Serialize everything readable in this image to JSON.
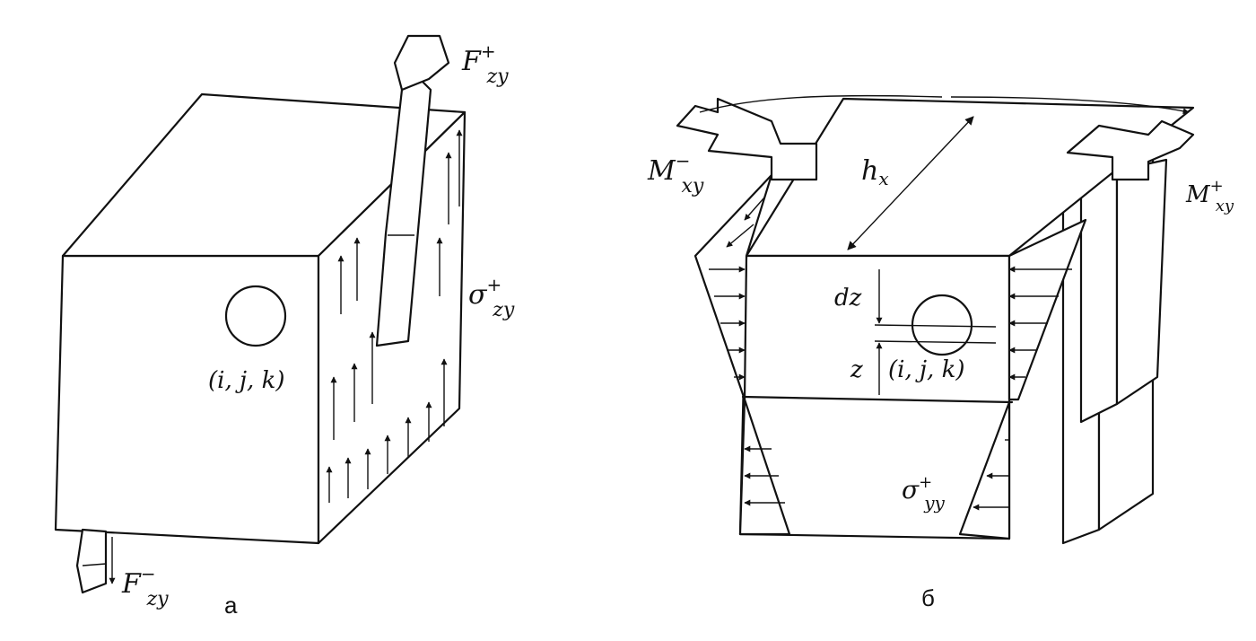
{
  "figure_a": {
    "label_force_top": "F",
    "label_force_top_sup": "+",
    "label_force_top_sub": "zy",
    "label_stress": "σ",
    "label_stress_sup": "+",
    "label_stress_sub": "zy",
    "label_node": "(i, j, k)",
    "label_force_bottom": "F",
    "label_force_bottom_sup": "−",
    "label_force_bottom_sub": "zy",
    "caption": "а"
  },
  "figure_b": {
    "label_moment_left": "M",
    "label_moment_left_sup": "−",
    "label_moment_left_sub": "xy",
    "label_moment_right": "M",
    "label_moment_right_sup": "+",
    "label_moment_right_sub": "xy",
    "label_h": "h",
    "label_h_sub": "x",
    "label_dz": "dz",
    "label_z": "z",
    "label_node": "(i, j, k)",
    "label_stress": "σ",
    "label_stress_sup": "+",
    "label_stress_sub": "yy",
    "caption": "б"
  },
  "colors": {
    "ink": "#111111",
    "paper": "#ffffff"
  }
}
